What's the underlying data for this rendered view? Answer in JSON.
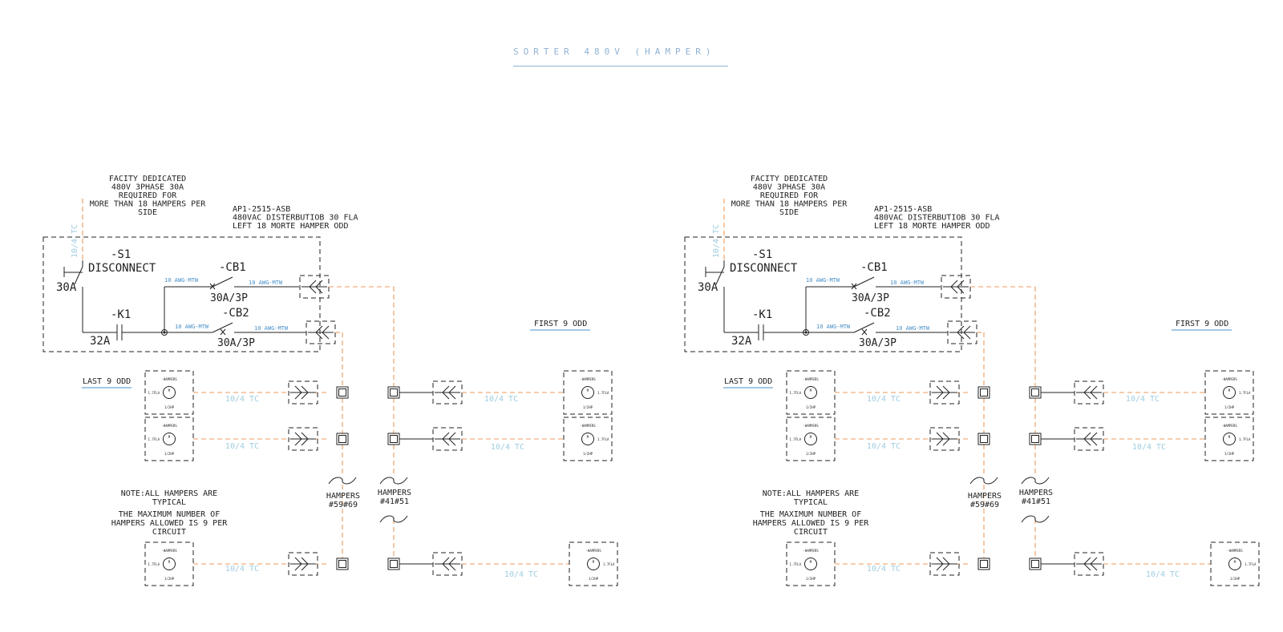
{
  "title": "SORTER 480V (HAMPER)",
  "panels": [
    {
      "facility_note": [
        "FACITY DEDICATED",
        "480V 3PHASE 30A",
        "REQUIRED FOR",
        "MORE THAN 18 HAMPERS PER",
        "SIDE"
      ],
      "panel_note": [
        "AP1-2515-ASB",
        "480VAC DISTERBUTIOB 30 FLA",
        "LEFT 18 MORTE HAMPER ODD"
      ],
      "disconnect_tag": "-S1",
      "disconnect_label": "DISCONNECT",
      "disconnect_rating": "30A",
      "contactor_tag": "-K1",
      "contactor_rating": "32A",
      "cb1_tag": "-CB1",
      "cb1_rating": "30A/3P",
      "cb2_tag": "-CB2",
      "cb2_rating": "30A/3P",
      "wire_label": "10 AWG-MTW",
      "cable_label": "10/4 TC",
      "first_label": "FIRST 9 ODD",
      "last_label": "LAST 9 ODD",
      "hamper_tag": "-HAMPERS",
      "motor_fla": "1.7FLA",
      "motor_hp": "1/2HP",
      "motor_m": "M",
      "note_typical": [
        "NOTE:ALL HAMPERS ARE",
        "TYPICAL"
      ],
      "note_max": [
        "THE MAXIMUM NUMBER OF",
        "HAMPERS ALLOWED IS 9 PER",
        "CIRCUIT"
      ],
      "hampers_left": [
        "HAMPERS",
        "#59#69"
      ],
      "hampers_right": [
        "HAMPERS",
        "#41#51"
      ]
    },
    {
      "facility_note": [
        "FACITY DEDICATED",
        "480V 3PHASE 30A",
        "REQUIRED FOR",
        "MORE THAN 18 HAMPERS PER",
        "SIDE"
      ],
      "panel_note": [
        "AP1-2515-ASB",
        "480VAC DISTERBUTIOB 30 FLA",
        "LEFT 18 MORTE HAMPER ODD"
      ],
      "disconnect_tag": "-S1",
      "disconnect_label": "DISCONNECT",
      "disconnect_rating": "30A",
      "contactor_tag": "-K1",
      "contactor_rating": "32A",
      "cb1_tag": "-CB1",
      "cb1_rating": "30A/3P",
      "cb2_tag": "-CB2",
      "cb2_rating": "30A/3P",
      "wire_label": "10 AWG-MTW",
      "cable_label": "10/4 TC",
      "first_label": "FIRST 9 ODD",
      "last_label": "LAST 9 ODD",
      "hamper_tag": "-HAMPERS",
      "motor_fla": "1.7FLA",
      "motor_hp": "1/2HP",
      "motor_m": "M",
      "note_typical": [
        "NOTE:ALL HAMPERS ARE",
        "TYPICAL"
      ],
      "note_max": [
        "THE MAXIMUM NUMBER OF",
        "HAMPERS ALLOWED IS 9 PER",
        "CIRCUIT"
      ],
      "hampers_left": [
        "HAMPERS",
        "#59#69"
      ],
      "hampers_right": [
        "HAMPERS",
        "#41#51"
      ]
    }
  ]
}
